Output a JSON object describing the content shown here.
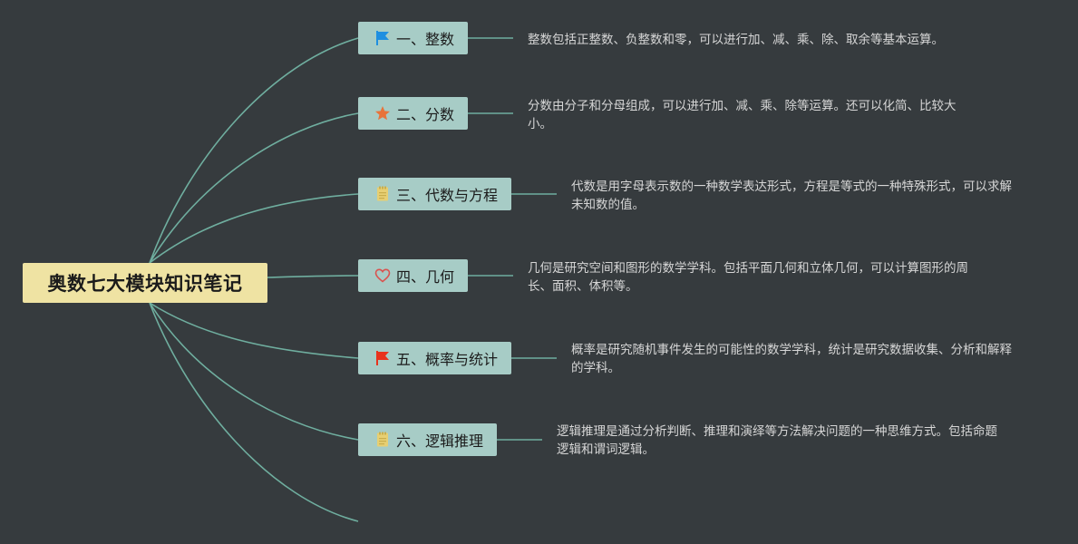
{
  "root": {
    "title": "奥数七大模块知识笔记"
  },
  "branches": [
    {
      "label": "一、整数",
      "icon": "flag-blue-icon",
      "note": "整数包括正整数、负整数和零，可以进行加、减、乘、除、取余等基本运算。"
    },
    {
      "label": "二、分数",
      "icon": "star-icon",
      "note": "分数由分子和分母组成，可以进行加、减、乘、除等运算。还可以化简、比较大小。"
    },
    {
      "label": "三、代数与方程",
      "icon": "notebook-icon",
      "note": "代数是用字母表示数的一种数学表达形式，方程是等式的一种特殊形式，可以求解未知数的值。"
    },
    {
      "label": "四、几何",
      "icon": "heart-icon",
      "note": "几何是研究空间和图形的数学学科。包括平面几何和立体几何，可以计算图形的周长、面积、体积等。"
    },
    {
      "label": "五、概率与统计",
      "icon": "flag-red-icon",
      "note": "概率是研究随机事件发生的可能性的数学学科，统计是研究数据收集、分析和解释的学科。"
    },
    {
      "label": "六、逻辑推理",
      "icon": "notebook-icon",
      "note": "逻辑推理是通过分析判断、推理和演绎等方法解决问题的一种思维方式。包括命题逻辑和谓词逻辑。"
    }
  ],
  "colors": {
    "background": "#363b3e",
    "root_fill": "#efe3a3",
    "branch_fill": "#a7ccc6",
    "connector": "#6fae9f",
    "note_text": "#d6d6d6",
    "flag_blue": "#1f8fe0",
    "star": "#e8733a",
    "notebook": "#e7cf73",
    "heart": "#d9534f",
    "flag_red": "#e8321c"
  }
}
